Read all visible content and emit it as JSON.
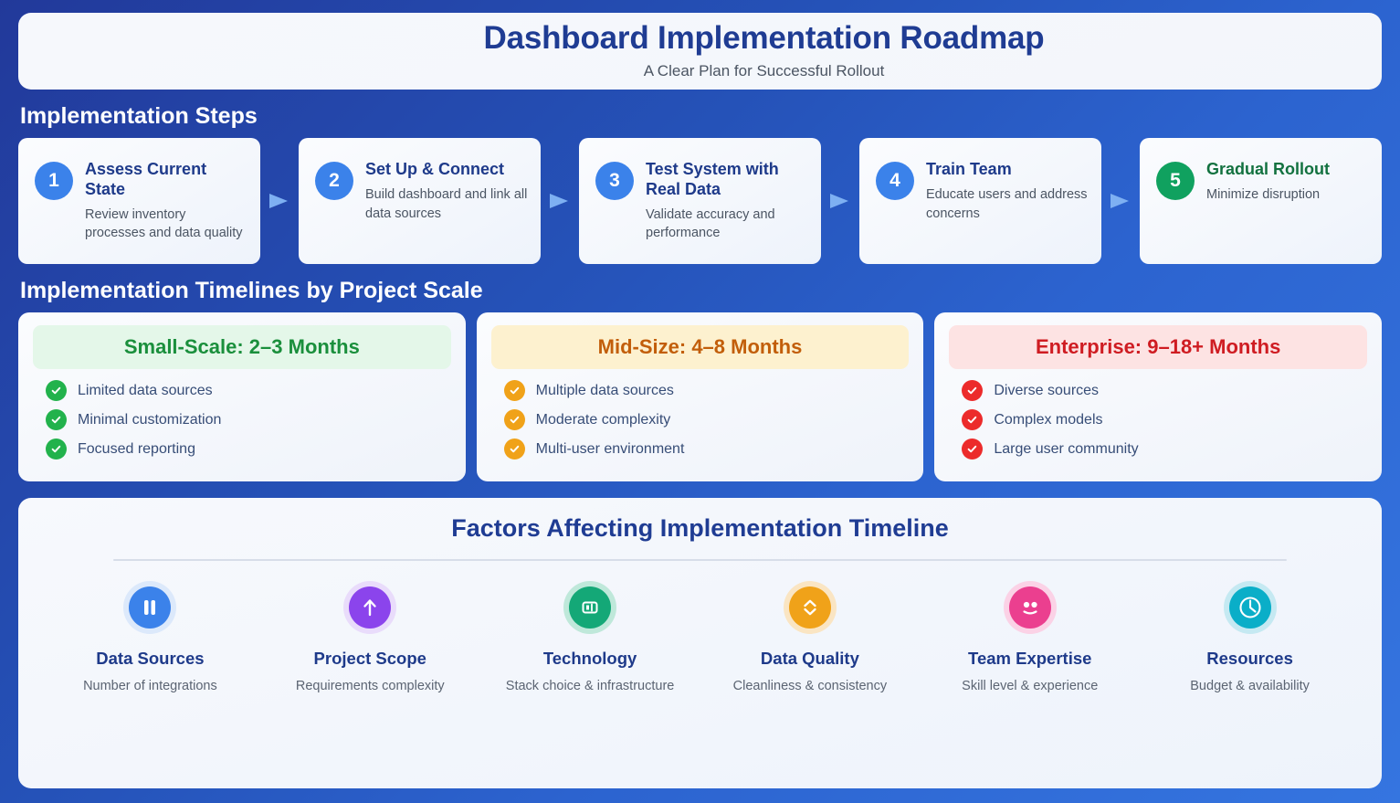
{
  "header": {
    "title": "Dashboard Implementation Roadmap",
    "subtitle": "A Clear Plan for Successful Rollout"
  },
  "steps_section": {
    "heading": "Implementation Steps",
    "steps": [
      {
        "number": "1",
        "title": "Assess Current State",
        "desc": "Review inventory processes and data quality",
        "accent": "#3b82ea",
        "highlight": false
      },
      {
        "number": "2",
        "title": "Set Up & Connect",
        "desc": "Build dashboard and link all data sources",
        "accent": "#3b82ea",
        "highlight": false
      },
      {
        "number": "3",
        "title": "Test System with Real Data",
        "desc": "Validate accuracy and performance",
        "accent": "#3b82ea",
        "highlight": false
      },
      {
        "number": "4",
        "title": "Train Team",
        "desc": "Educate users and address concerns",
        "accent": "#3b82ea",
        "highlight": false
      },
      {
        "number": "5",
        "title": "Gradual Rollout",
        "desc": "Minimize disruption",
        "accent": "#10a15f",
        "highlight": true
      }
    ]
  },
  "timelines_section": {
    "heading": "Implementation Timelines by Project Scale",
    "cards": [
      {
        "badge": "Small-Scale: 2–3 Months",
        "badge_bg": "#e4f7e9",
        "badge_color": "#1a8f3c",
        "check_color": "#22b24c",
        "items": [
          "Limited data sources",
          "Minimal customization",
          "Focused reporting"
        ]
      },
      {
        "badge": "Mid-Size: 4–8 Months",
        "badge_bg": "#fdf1cf",
        "badge_color": "#c25e0a",
        "check_color": "#f0a219",
        "items": [
          "Multiple data sources",
          "Moderate complexity",
          "Multi-user environment"
        ]
      },
      {
        "badge": "Enterprise: 9–18+ Months",
        "badge_bg": "#fde3e3",
        "badge_color": "#cf1c22",
        "check_color": "#ec2b2b",
        "items": [
          "Diverse sources",
          "Complex models",
          "Large user community"
        ]
      }
    ]
  },
  "factors_section": {
    "title": "Factors Affecting Implementation Timeline",
    "factors": [
      {
        "icon": "pause-bars-icon",
        "name": "Data Sources",
        "desc": "Number of integrations",
        "color": "#3b82ea",
        "ring": "#dce9fb"
      },
      {
        "icon": "arrow-up-icon",
        "name": "Project Scope",
        "desc": "Requirements complexity",
        "color": "#8b44ec",
        "ring": "#e9dcfb"
      },
      {
        "icon": "book-panel-icon",
        "name": "Technology",
        "desc": "Stack choice & infrastructure",
        "color": "#14a877",
        "ring": "#bfe8da"
      },
      {
        "icon": "chevron-updown-icon",
        "name": "Data Quality",
        "desc": "Cleanliness & consistency",
        "color": "#f0a219",
        "ring": "#fae5c3"
      },
      {
        "icon": "smiley-face-icon",
        "name": "Team Expertise",
        "desc": "Skill level & experience",
        "color": "#eb3f8f",
        "ring": "#fbd2e6"
      },
      {
        "icon": "clock-icon",
        "name": "Resources",
        "desc": "Budget & availability",
        "color": "#0aaec8",
        "ring": "#c5e9f2"
      }
    ]
  },
  "theme": {
    "background_from": "#22399a",
    "background_to": "#3575e0",
    "card_bg": "#f6f8fc",
    "title_color": "#1f3c93",
    "arrow_color": "#7eb0f2"
  }
}
